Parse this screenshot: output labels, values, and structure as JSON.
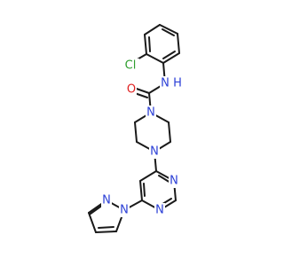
{
  "atoms": {
    "cl": {
      "label": "Cl",
      "color": "#2e9e2e"
    },
    "nh": {
      "label": "N",
      "h_label": "H",
      "color": "#2b3fd6"
    },
    "o": {
      "label": "O",
      "color": "#e02020"
    },
    "n_pip_top": {
      "label": "N",
      "color": "#2b3fd6"
    },
    "n_pip_bottom": {
      "label": "N",
      "color": "#2b3fd6"
    },
    "n_pyrimidine_1": {
      "label": "N",
      "color": "#2b3fd6"
    },
    "n_pyrimidine_2": {
      "label": "N",
      "color": "#2b3fd6"
    },
    "n_pyrazole_1": {
      "label": "N",
      "color": "#2b3fd6"
    },
    "n_pyrazole_2": {
      "label": "N",
      "color": "#2b3fd6"
    }
  },
  "colors": {
    "bond": "#1a1a1a",
    "background": "#ffffff"
  }
}
